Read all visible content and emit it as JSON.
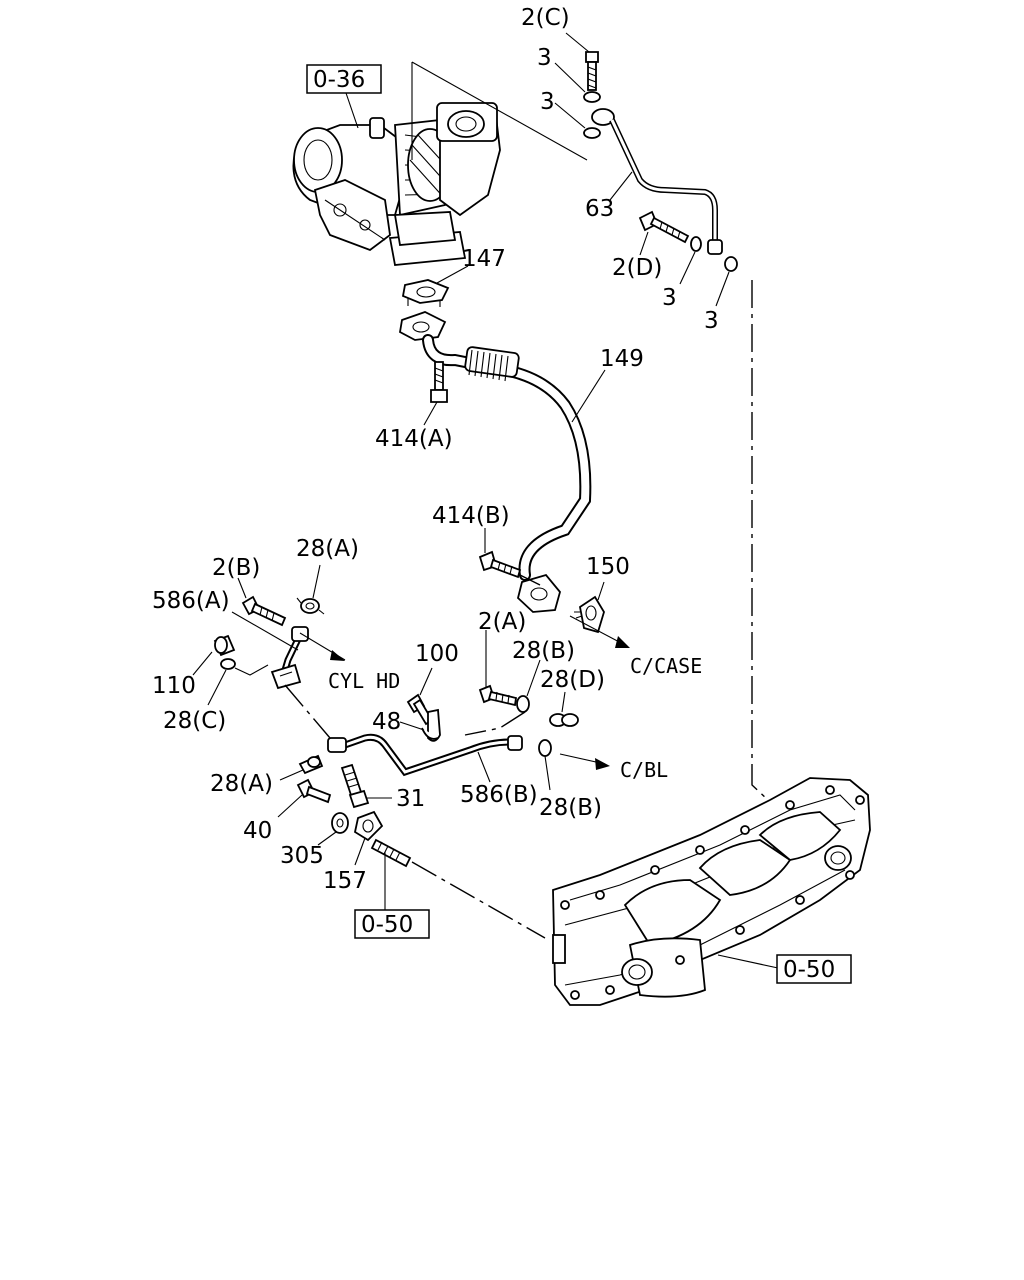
{
  "callouts": {
    "c_2c": "2(C)",
    "c_3a": "3",
    "c_3b": "3",
    "c_036": "0-36",
    "c_63": "63",
    "c_2d": "2(D)",
    "c_3c": "3",
    "c_3d": "3",
    "c_147": "147",
    "c_149": "149",
    "c_414a": "414(A)",
    "c_414b": "414(B)",
    "c_150": "150",
    "c_2b": "2(B)",
    "c_28a_top": "28(A)",
    "c_586a": "586(A)",
    "c_110": "110",
    "c_28c": "28(C)",
    "c_2a": "2(A)",
    "c_28b_top": "28(B)",
    "c_100": "100",
    "c_28d": "28(D)",
    "c_48": "48",
    "c_28a_bot": "28(A)",
    "c_31": "31",
    "c_586b": "586(B)",
    "c_28b_bot": "28(B)",
    "c_40": "40",
    "c_305": "305",
    "c_157": "157",
    "c_050_left": "0-50",
    "c_050_right": "0-50"
  },
  "destinations": {
    "cyl_hd": "CYL HD",
    "c_case": "C/CASE",
    "c_bl": "C/BL"
  },
  "icons": {
    "turbocharger": "turbocharger-illustration",
    "manifold": "exhaust-manifold-illustration"
  }
}
